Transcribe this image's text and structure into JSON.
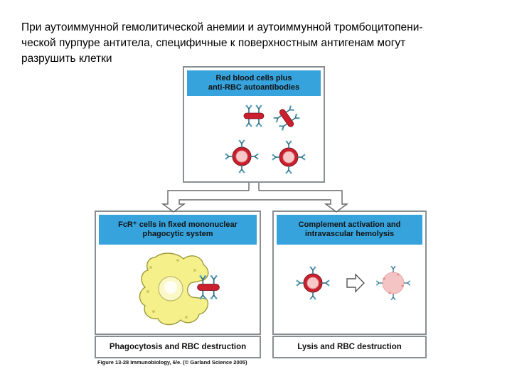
{
  "heading": {
    "line1": "При аутоиммунной гемолитической анемии и аутоиммунной тромбоцитопени-",
    "line2": "ческой пурпуре антитела, специфичные к поверхностным антигенам могут",
    "line3": "разрушить клетки"
  },
  "top_panel": {
    "title_line1": "Red blood cells plus",
    "title_line2": "anti-RBC autoantibodies"
  },
  "left_panel": {
    "title_line1": "FcR⁺ cells in fixed mononuclear",
    "title_line2": "phagocytic system",
    "caption": "Phagocytosis and RBC destruction"
  },
  "right_panel": {
    "title_line1": "Complement activation and",
    "title_line2": "intravascular hemolysis",
    "caption": "Lysis and RBC destruction"
  },
  "credit": "Figure 13-28  Immunobiology, 6/e. (© Garland Science 2005)",
  "colors": {
    "header_blue": "#36a3dc",
    "rbc_red": "#cc1f2e",
    "antibody_teal": "#2f6f86",
    "phagocyte_yellow": "#f5f08a",
    "lysed_pink": "#f4c4c4"
  }
}
